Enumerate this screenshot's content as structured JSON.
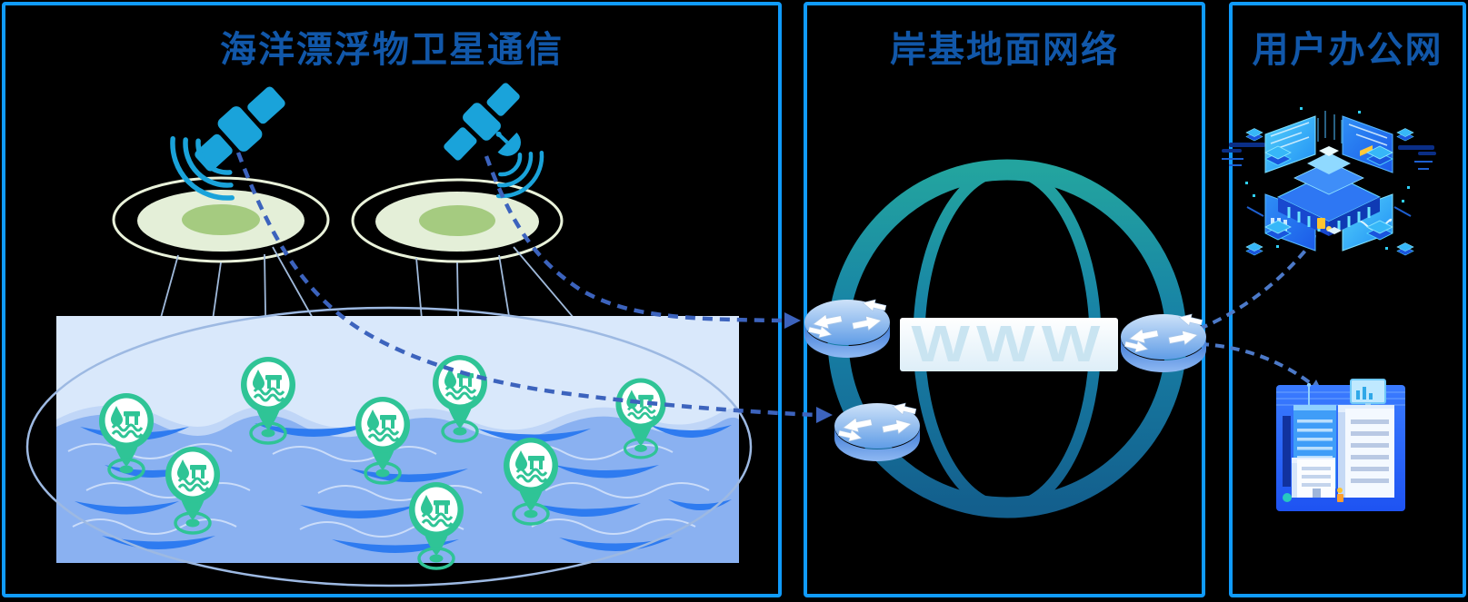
{
  "panels": {
    "satellite": {
      "title": "海洋漂浮物卫星通信"
    },
    "ground": {
      "title": "岸基地面网络",
      "www_label": "WWW"
    },
    "office": {
      "title": "用户办公网"
    }
  },
  "counts": {
    "satellites": 2,
    "coverage_zones": 2,
    "ocean_buoys": 8,
    "routers": 3,
    "dashed_links": 4
  },
  "icons": [
    "communication-satellite-icon",
    "signal-waves-icon",
    "coverage-ellipse",
    "ocean-buoy-pin-icon",
    "globe-grid-icon",
    "router-icon",
    "www-badge",
    "data-center-isometric-icon",
    "smart-building-isometric-icon",
    "dashed-arrow"
  ],
  "colors": {
    "background": "#000000",
    "panel_border": "#109bfc",
    "title_text": "#1157a9",
    "satellite_cyan": "#1aa3da",
    "coverage_ring": "#e9f2da",
    "coverage_fill": "#e4efd8",
    "coverage_core": "#a5cb80",
    "ocean_base": "#d9e8fb",
    "ocean_water": "#8ab1f1",
    "ocean_wave_dark": "#2e7bf0",
    "buoy_green": "#2fc496",
    "link_dash_blue": "#3c63bd",
    "office_dash_blue": "#4c79c8",
    "globe_teal": "#147aa4",
    "router_blue": "#5b9be8",
    "www_text": "#c9e4f1"
  }
}
